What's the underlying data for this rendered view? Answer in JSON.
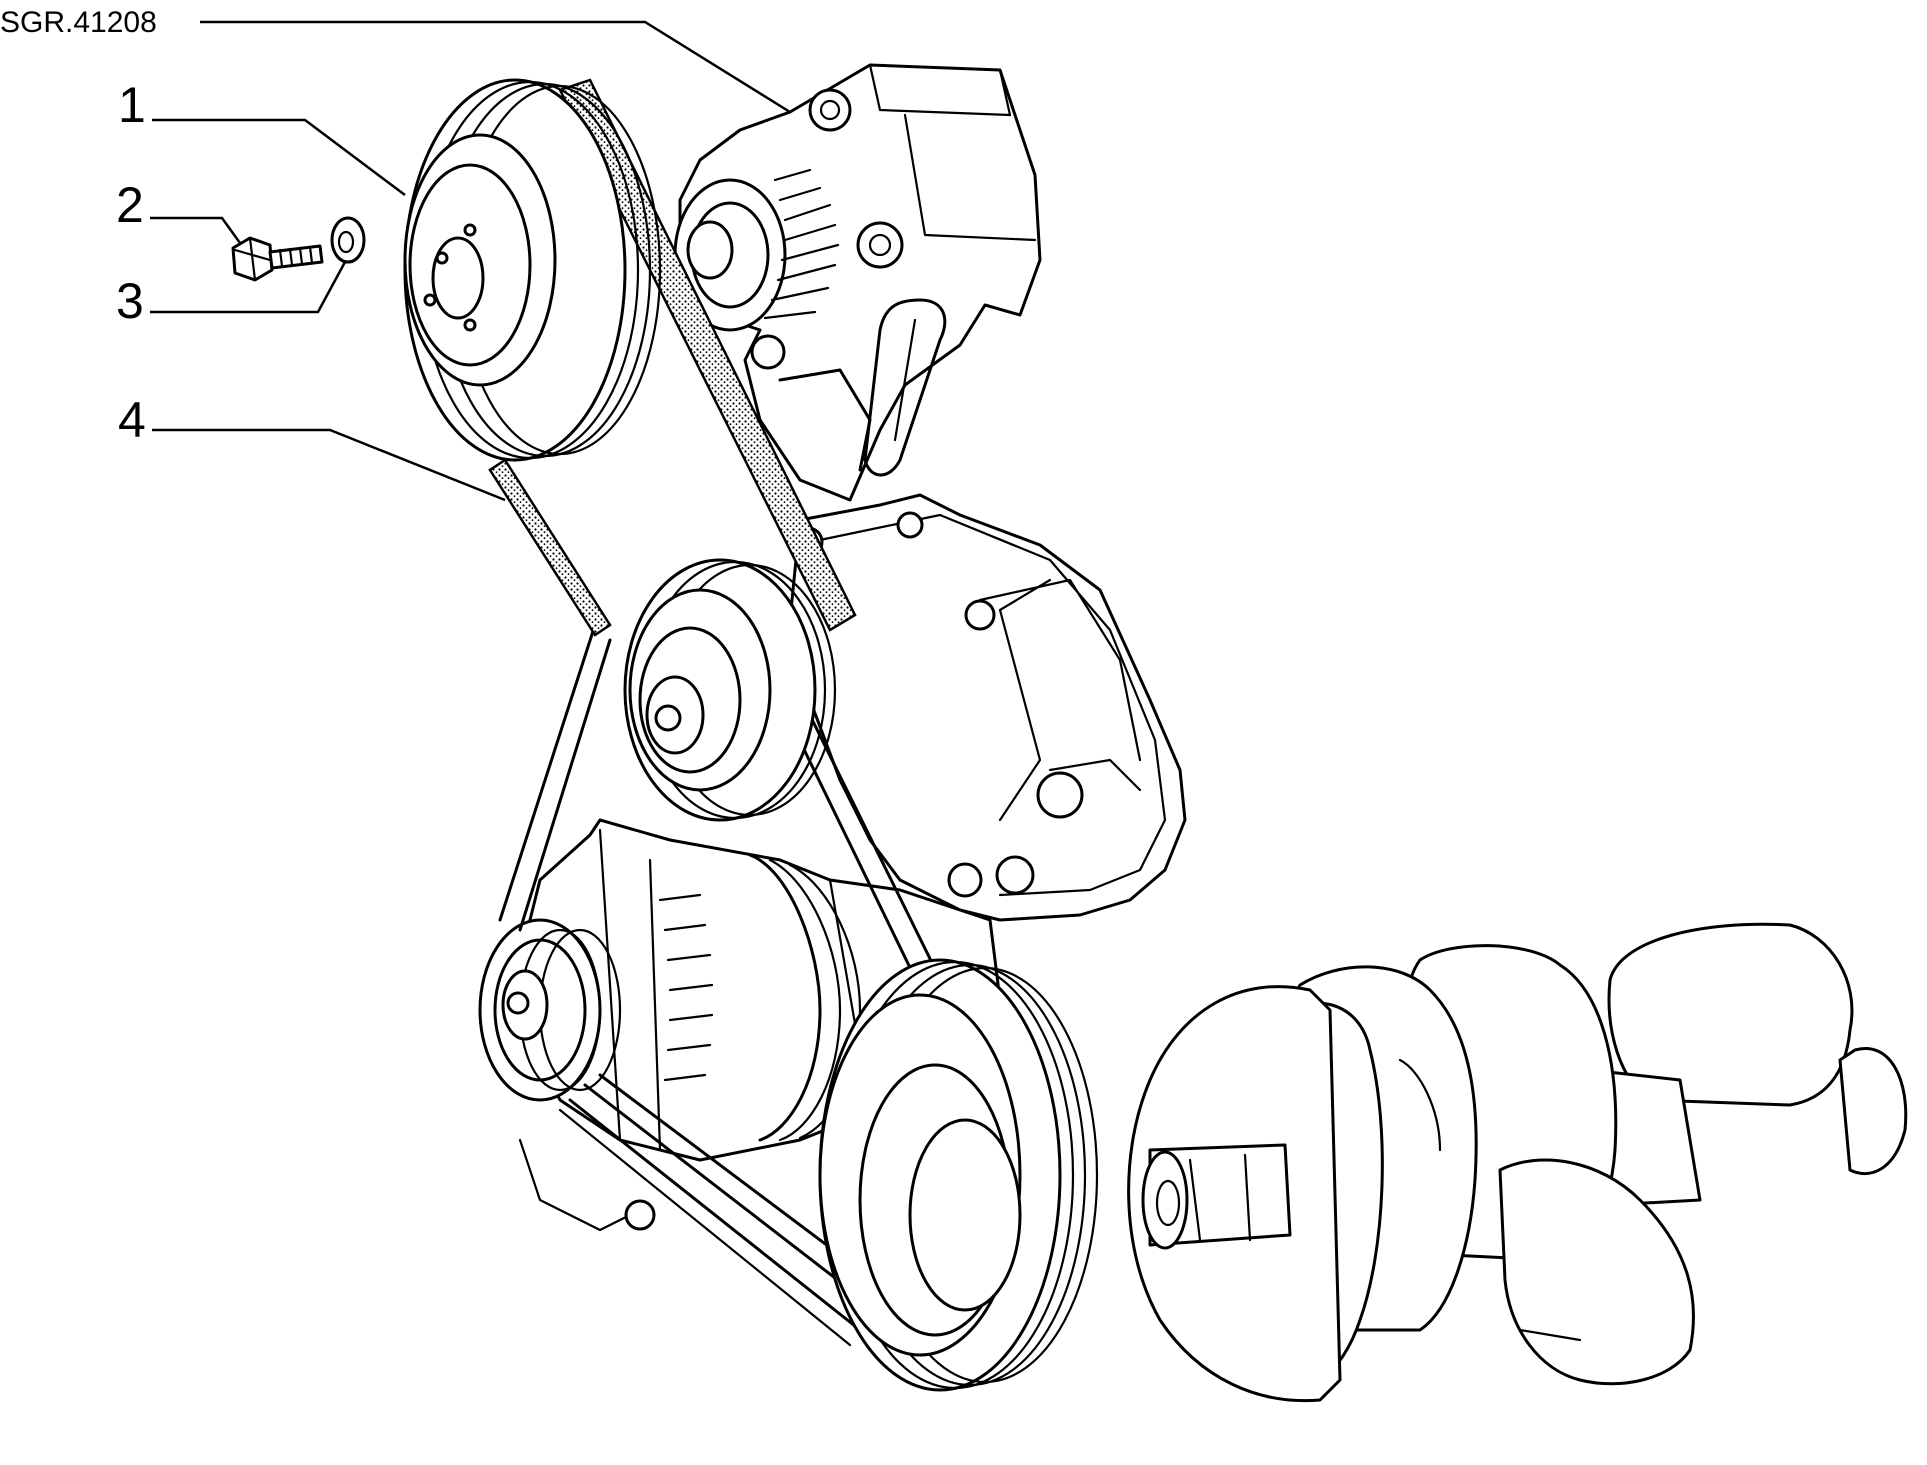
{
  "diagram": {
    "reference_code": "SGR.41208",
    "callouts": [
      {
        "id": "callout-1",
        "label": "1"
      },
      {
        "id": "callout-2",
        "label": "2"
      },
      {
        "id": "callout-3",
        "label": "3"
      },
      {
        "id": "callout-4",
        "label": "4"
      }
    ],
    "parts": [
      {
        "name": "upper-pulley-icon"
      },
      {
        "name": "bolt-icon"
      },
      {
        "name": "washer-icon"
      },
      {
        "name": "drive-belt-icon"
      },
      {
        "name": "power-steering-pump-icon"
      },
      {
        "name": "water-pump-icon"
      },
      {
        "name": "alternator-icon"
      },
      {
        "name": "crankshaft-pulley-icon"
      },
      {
        "name": "crankshaft-icon"
      }
    ],
    "colors": {
      "line": "#000000",
      "background": "#ffffff",
      "belt_texture": "#000000"
    }
  }
}
